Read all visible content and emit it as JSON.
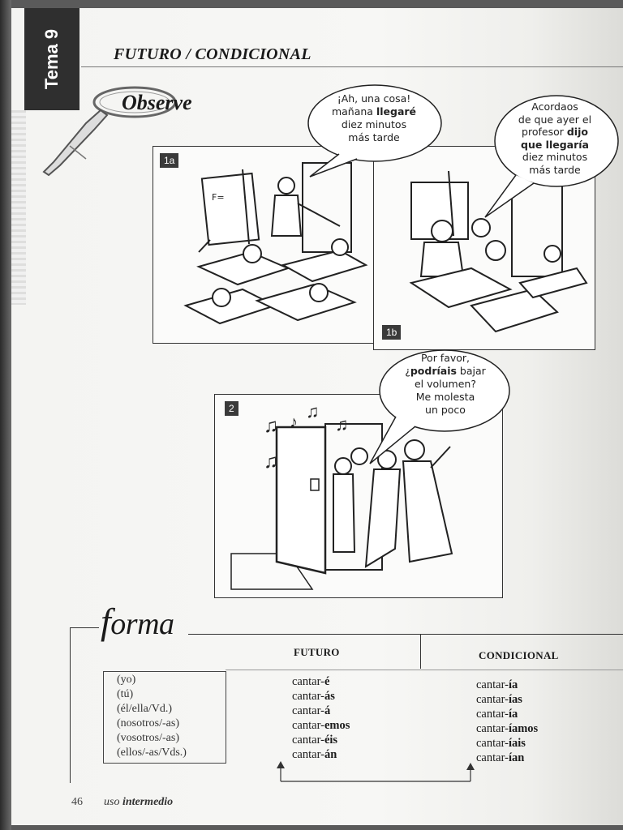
{
  "tema": {
    "label": "Tema 9"
  },
  "header": {
    "title": "FUTURO / CONDICIONAL"
  },
  "observe": {
    "title": "Observe"
  },
  "panels": [
    {
      "label": "1a"
    },
    {
      "label": "1b"
    },
    {
      "label": "2"
    }
  ],
  "bubbles": {
    "b1": {
      "l1": "¡Ah, una cosa!",
      "l2a": "mañana ",
      "l2b": "llegaré",
      "l3": "diez minutos",
      "l4": "más tarde"
    },
    "b2": {
      "l1": "Acordaos",
      "l2": "de que ayer el",
      "l3a": "profesor ",
      "l3b": "dijo",
      "l4": "que llegaría",
      "l5": "diez minutos",
      "l6": "más tarde"
    },
    "b3": {
      "l1": "Por favor,",
      "l2a": "¿",
      "l2b": "podríais",
      "l2c": " bajar",
      "l3": "el volumen?",
      "l4": "Me molesta",
      "l5": "un poco"
    }
  },
  "forma": {
    "title_f": "f",
    "title_rest": "orma",
    "futuro_head": "FUTURO",
    "condicional_head": "CONDICIONAL",
    "pronouns": [
      "(yo)",
      "(tú)",
      "(él/ella/Vd.)",
      "(nosotros/-as)",
      "(vosotros/-as)",
      "(ellos/-as/Vds.)"
    ],
    "stem": "cantar-",
    "futuro_endings": [
      "é",
      "ás",
      "á",
      "emos",
      "éis",
      "án"
    ],
    "condicional_endings": [
      "ía",
      "ías",
      "ía",
      "íamos",
      "íais",
      "ían"
    ]
  },
  "footer": {
    "page": "46",
    "book_a": "uso ",
    "book_b": "intermedio"
  }
}
